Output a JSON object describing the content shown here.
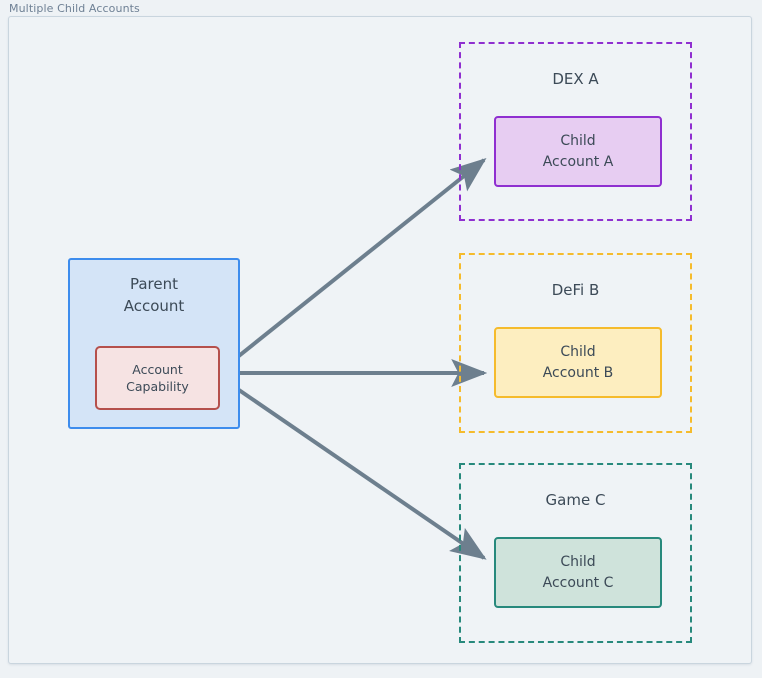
{
  "frame": {
    "title": "Multiple Child Accounts"
  },
  "colors": {
    "canvas_background": "#eef2f5",
    "frame_background": "#eff3f6",
    "frame_border": "#c9d5de",
    "title_text": "#6f8195",
    "node_text": "#3c4a57",
    "arrow": "#6d7f8e",
    "parent_fill": "#d4e4f7",
    "parent_border": "#3d8ced",
    "capability_fill": "#f6e3e3",
    "capability_border": "#b5504c",
    "dex_accent": "#8f2fd0",
    "dex_fill": "#e7cdf2",
    "defi_accent": "#f5bb2c",
    "defi_fill": "#fdeec0",
    "game_accent": "#27897c",
    "game_fill": "#cfe3db"
  },
  "parent": {
    "label_line1": "Parent",
    "label_line2": "Account",
    "capability_line1": "Account",
    "capability_line2": "Capability"
  },
  "containers": [
    {
      "id": "dex",
      "title": "DEX A",
      "child_line1": "Child",
      "child_line2": "Account A",
      "accent": "#8f2fd0"
    },
    {
      "id": "defi",
      "title": "DeFi B",
      "child_line1": "Child",
      "child_line2": "Account B",
      "accent": "#f5bb2c"
    },
    {
      "id": "game",
      "title": "Game C",
      "child_line1": "Child",
      "child_line2": "Account C",
      "accent": "#27897c"
    }
  ],
  "edges": [
    {
      "id": "edge-capability-to-child-a",
      "from": "Account Capability",
      "to": "Child Account A",
      "label": ""
    },
    {
      "id": "edge-capability-to-child-b",
      "from": "Account Capability",
      "to": "Child Account B",
      "label": ""
    },
    {
      "id": "edge-capability-to-child-c",
      "from": "Account Capability",
      "to": "Child Account C",
      "label": ""
    }
  ]
}
